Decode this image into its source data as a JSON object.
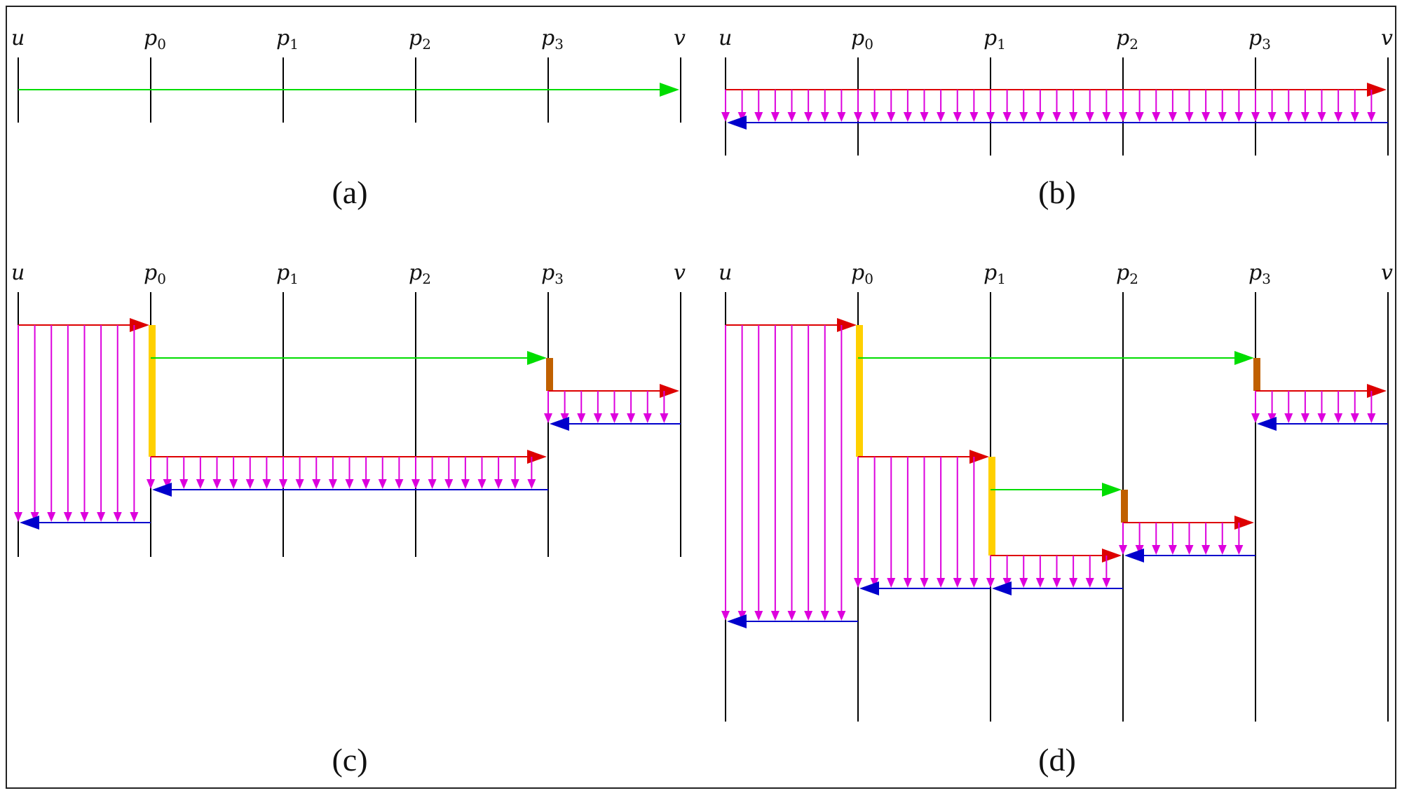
{
  "figure": {
    "node_labels": [
      {
        "base": "u",
        "sub": ""
      },
      {
        "base": "p",
        "sub": "0"
      },
      {
        "base": "p",
        "sub": "1"
      },
      {
        "base": "p",
        "sub": "2"
      },
      {
        "base": "p",
        "sub": "3"
      },
      {
        "base": "v",
        "sub": ""
      }
    ],
    "colors": {
      "timeline": "#000000",
      "direct": "#00dd00",
      "forward": "#dd0000",
      "ack": "#dd00dd",
      "backward": "#0000cc",
      "wait_long": "#ffd000",
      "wait_short": "#c06000"
    },
    "legend_semantics": {
      "green": "direct message",
      "red": "forward sweep",
      "magenta": "per-step acknowledgements",
      "blue": "backward return",
      "yellow": "long wait interval",
      "brown": "short wait interval"
    },
    "acks_per_segment": 8,
    "panels": [
      {
        "id": "a",
        "caption": "(a)",
        "events": [
          {
            "type": "direct",
            "from": 0,
            "to": 5,
            "row": 1
          }
        ]
      },
      {
        "id": "b",
        "caption": "(b)",
        "events": [
          {
            "type": "forward",
            "from": 0,
            "to": 5,
            "row": 1
          },
          {
            "type": "backward",
            "from": 5,
            "to": 0,
            "row": 2
          }
        ]
      },
      {
        "id": "c",
        "caption": "(c)",
        "events": [
          {
            "type": "forward",
            "from": 0,
            "to": 1,
            "row": 1
          },
          {
            "type": "backward",
            "from": 1,
            "to": 0,
            "row": 7
          },
          {
            "type": "wait_long",
            "at": 1,
            "rows": [
              1,
              5
            ]
          },
          {
            "type": "direct",
            "from": 1,
            "to": 4,
            "row": 2
          },
          {
            "type": "wait_short",
            "at": 4,
            "rows": [
              2,
              3
            ]
          },
          {
            "type": "forward",
            "from": 4,
            "to": 5,
            "row": 3
          },
          {
            "type": "backward",
            "from": 5,
            "to": 4,
            "row": 4
          },
          {
            "type": "forward",
            "from": 1,
            "to": 4,
            "row": 5
          },
          {
            "type": "backward",
            "from": 4,
            "to": 1,
            "row": 6
          }
        ]
      },
      {
        "id": "d",
        "caption": "(d)",
        "events": [
          {
            "type": "forward",
            "from": 0,
            "to": 1,
            "row": 1
          },
          {
            "type": "backward",
            "from": 1,
            "to": 0,
            "row": 10
          },
          {
            "type": "wait_long",
            "at": 1,
            "rows": [
              1,
              5
            ]
          },
          {
            "type": "direct",
            "from": 1,
            "to": 4,
            "row": 2
          },
          {
            "type": "wait_short",
            "at": 4,
            "rows": [
              2,
              3
            ]
          },
          {
            "type": "forward",
            "from": 4,
            "to": 5,
            "row": 3
          },
          {
            "type": "backward",
            "from": 5,
            "to": 4,
            "row": 4
          },
          {
            "type": "forward",
            "from": 1,
            "to": 2,
            "row": 5
          },
          {
            "type": "backward",
            "from": 2,
            "to": 1,
            "row": 9
          },
          {
            "type": "wait_long",
            "at": 2,
            "rows": [
              5,
              8
            ]
          },
          {
            "type": "direct",
            "from": 2,
            "to": 3,
            "row": 6
          },
          {
            "type": "wait_short",
            "at": 3,
            "rows": [
              6,
              7
            ]
          },
          {
            "type": "forward",
            "from": 3,
            "to": 4,
            "row": 7
          },
          {
            "type": "backward",
            "from": 4,
            "to": 3,
            "row": 8
          },
          {
            "type": "forward",
            "from": 2,
            "to": 3,
            "row": 8
          },
          {
            "type": "backward",
            "from": 3,
            "to": 2,
            "row": 9
          }
        ]
      }
    ]
  }
}
